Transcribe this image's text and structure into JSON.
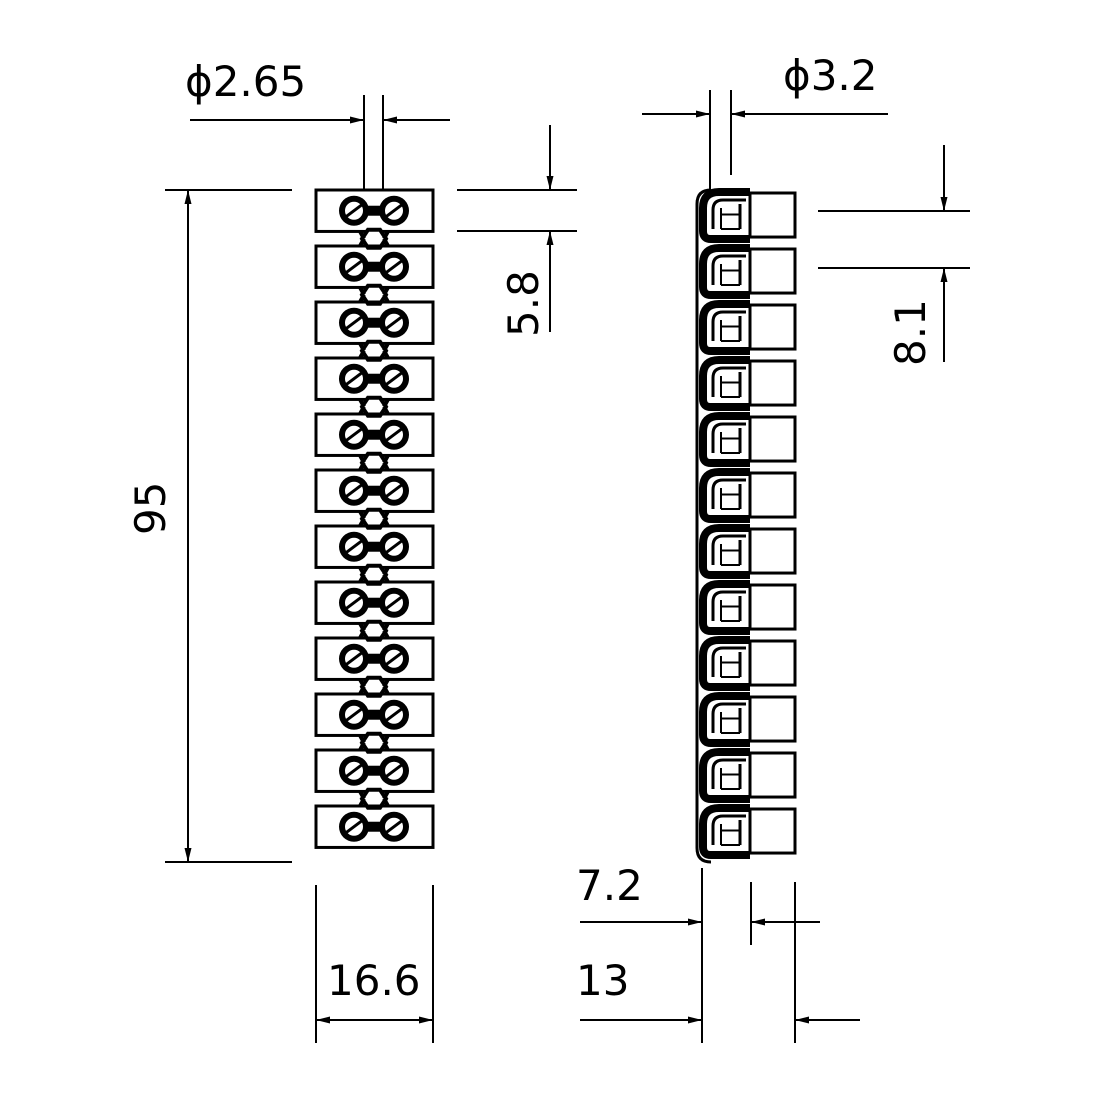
{
  "front_view": {
    "terminal_count": 12,
    "dimensions": {
      "hole_diameter": "ϕ2.65",
      "pitch": "5.8",
      "overall_length": "95",
      "width": "16.6"
    }
  },
  "side_view": {
    "terminal_count": 12,
    "dimensions": {
      "hole_diameter": "ϕ3.2",
      "module_height": "8.1",
      "inner_depth": "7.2",
      "overall_depth": "13"
    }
  },
  "colors": {
    "line": "#000000",
    "background": "#ffffff"
  }
}
